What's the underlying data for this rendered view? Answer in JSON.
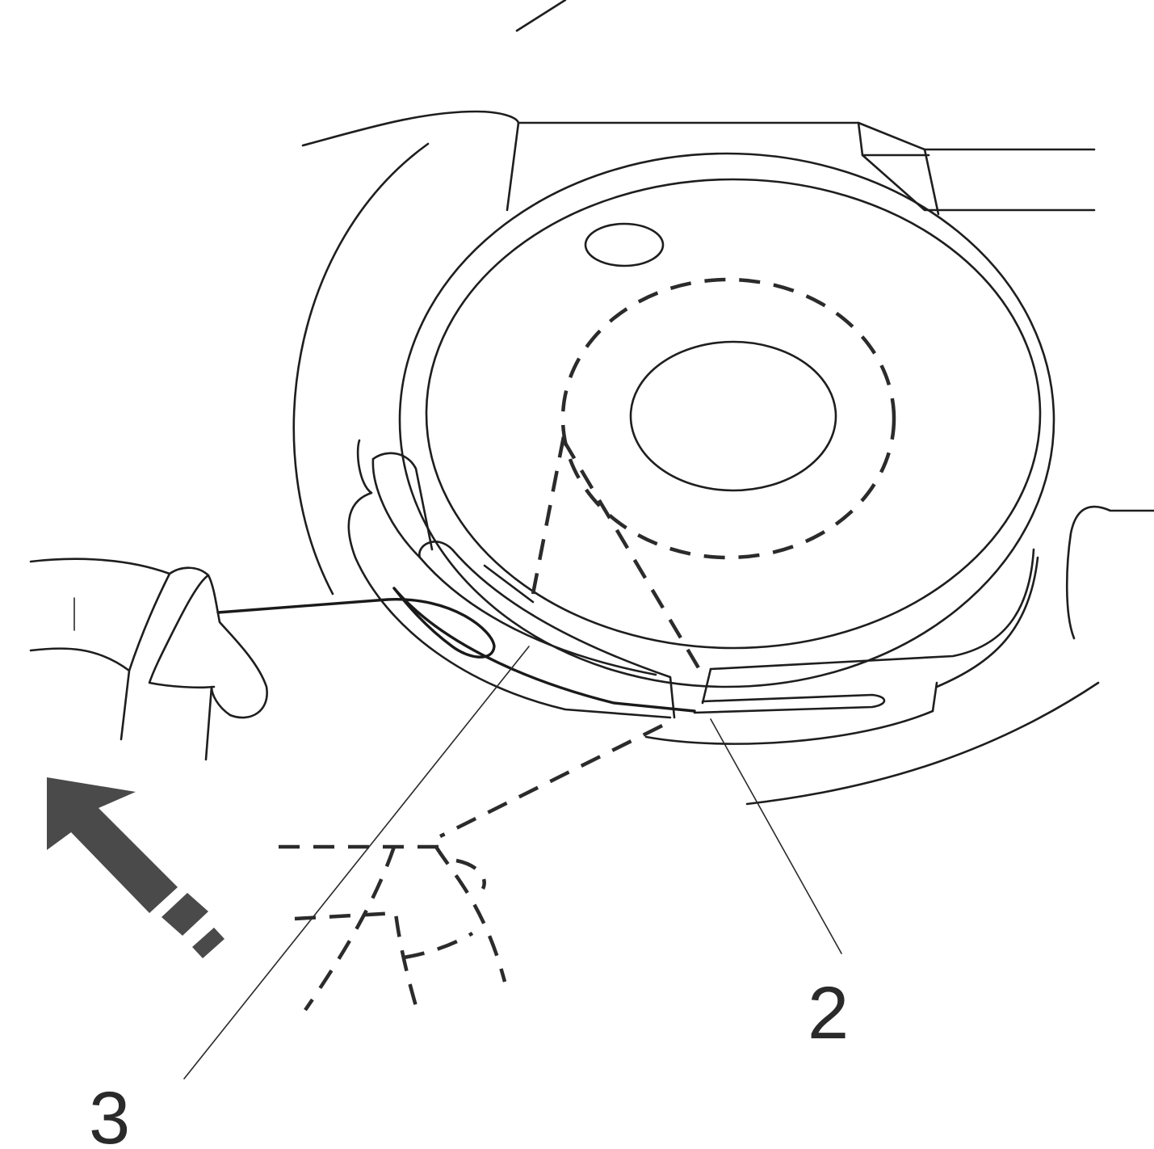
{
  "callouts": {
    "bobbin_case_slot": "2",
    "thread_guide": "3"
  },
  "colors": {
    "ink": "#1e1e1e",
    "arrow": "#4a4a4a",
    "paper": "#ffffff"
  },
  "icons": {
    "direction": "pull-thread-arrow-icon",
    "hand": "fingers-holding-thread"
  }
}
